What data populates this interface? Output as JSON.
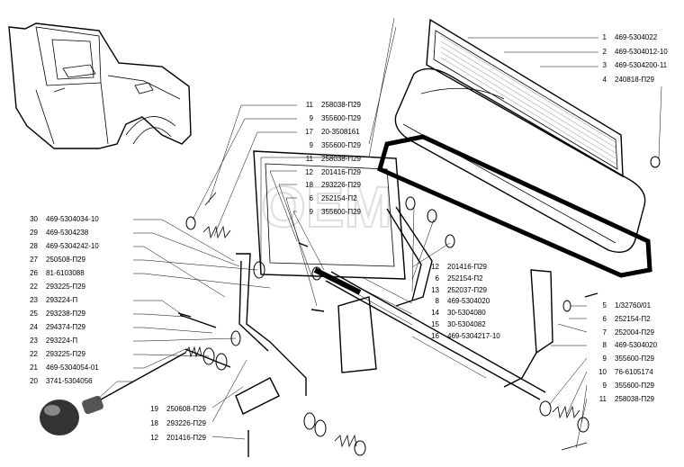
{
  "watermark": "ОЕМ",
  "right_labels": [
    {
      "n": "1",
      "p": "469-5304022"
    },
    {
      "n": "2",
      "p": "469-5304012-10"
    },
    {
      "n": "3",
      "p": "469-5304200-11"
    },
    {
      "n": "4",
      "p": "240818-П29"
    }
  ],
  "center_top_labels": [
    {
      "n": "11",
      "p": "258038-П29"
    },
    {
      "n": "9",
      "p": "355600-П29"
    },
    {
      "n": "17",
      "p": "20-3508161"
    },
    {
      "n": "9",
      "p": "355600-П29"
    },
    {
      "n": "11",
      "p": "258038-П29"
    },
    {
      "n": "12",
      "p": "201416-П29"
    },
    {
      "n": "18",
      "p": "293226-П29"
    },
    {
      "n": "6",
      "p": "252154-П2"
    },
    {
      "n": "9",
      "p": "355600-П29"
    }
  ],
  "left_labels": [
    {
      "n": "30",
      "p": "469-5304034-10"
    },
    {
      "n": "29",
      "p": "469-5304238"
    },
    {
      "n": "28",
      "p": "469-5304242-10"
    },
    {
      "n": "27",
      "p": "250508-П29"
    },
    {
      "n": "26",
      "p": "81-6103088"
    },
    {
      "n": "22",
      "p": "293225-П29"
    },
    {
      "n": "23",
      "p": "293224-П"
    },
    {
      "n": "25",
      "p": "293238-П29"
    },
    {
      "n": "24",
      "p": "294374-П29"
    },
    {
      "n": "23",
      "p": "293224-П"
    },
    {
      "n": "22",
      "p": "293225-П29"
    },
    {
      "n": "21",
      "p": "469-5304054-01"
    },
    {
      "n": "20",
      "p": "3741-5304056"
    }
  ],
  "bottom_center_labels": [
    {
      "n": "19",
      "p": "250608-П29"
    },
    {
      "n": "18",
      "p": "293226-П29"
    },
    {
      "n": "12",
      "p": "201416-П29"
    }
  ],
  "mid_right_labels": [
    {
      "n": "12",
      "p": "201416-П29"
    },
    {
      "n": "6",
      "p": "252154-П2"
    },
    {
      "n": "13",
      "p": "252037-П29"
    },
    {
      "n": "8",
      "p": "469-5304020"
    },
    {
      "n": "14",
      "p": "30-5304080"
    },
    {
      "n": "15",
      "p": "30-5304082"
    },
    {
      "n": "16",
      "p": "469-5304217-10"
    }
  ],
  "lower_right_labels": [
    {
      "n": "5",
      "p": "1/32760/01"
    },
    {
      "n": "6",
      "p": "252154-П2"
    },
    {
      "n": "7",
      "p": "252004-П29"
    },
    {
      "n": "8",
      "p": "469-5304020"
    },
    {
      "n": "9",
      "p": "355600-П29"
    },
    {
      "n": "10",
      "p": "76-6105174"
    },
    {
      "n": "9",
      "p": "355600-П29"
    },
    {
      "n": "11",
      "p": "258038-П29"
    }
  ]
}
